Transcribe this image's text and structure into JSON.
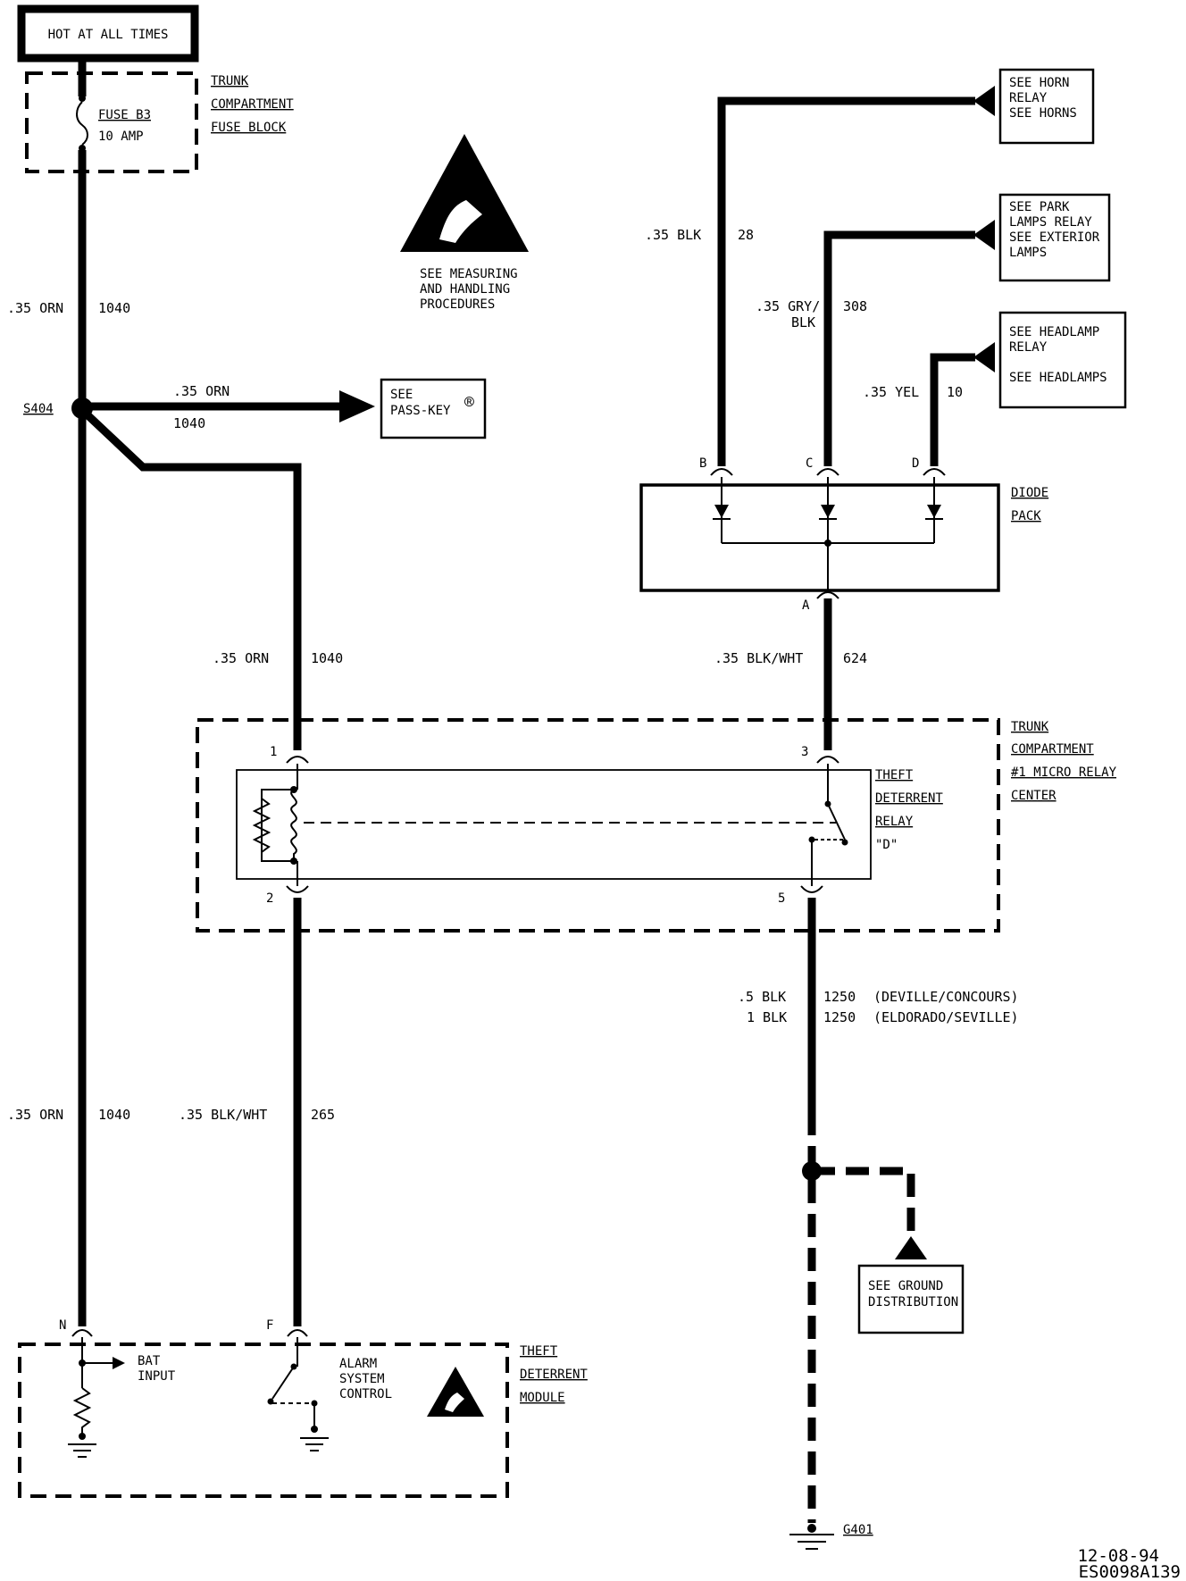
{
  "source": {
    "label": "HOT AT ALL TIMES"
  },
  "fuse_block": {
    "fuse": "FUSE B3",
    "rating": "10 AMP",
    "name_lines": [
      "TRUNK",
      "COMPARTMENT",
      "FUSE BLOCK"
    ]
  },
  "esd_note": {
    "lines": [
      "SEE MEASURING",
      "AND HANDLING",
      "PROCEDURES"
    ]
  },
  "wires": {
    "w1040_top": {
      "gauge": ".35 ORN",
      "circuit": "1040"
    },
    "w1040_passkey": {
      "gauge": ".35 ORN",
      "circuit": "1040"
    },
    "w1040_relay": {
      "gauge": ".35 ORN",
      "circuit": "1040"
    },
    "w1040_bottom": {
      "gauge": ".35 ORN",
      "circuit": "1040"
    },
    "w265": {
      "gauge": ".35 BLK/WHT",
      "circuit": "265"
    },
    "w28": {
      "gauge": ".35 BLK",
      "circuit": "28"
    },
    "w308": {
      "gauge_line1": ".35 GRY/",
      "gauge_line2": "BLK",
      "circuit": "308"
    },
    "w10": {
      "gauge": ".35 YEL",
      "circuit": "10"
    },
    "w624": {
      "gauge": ".35 BLK/WHT",
      "circuit": "624"
    },
    "w1250_a": {
      "gauge": ".5 BLK",
      "circuit": "1250",
      "note": "(DEVILLE/CONCOURS)"
    },
    "w1250_b": {
      "gauge": "1 BLK",
      "circuit": "1250",
      "note": "(ELDORADO/SEVILLE)"
    }
  },
  "splice": {
    "id": "S404"
  },
  "passkey": {
    "line1": "SEE",
    "line2": "PASS-KEY",
    "mark": "®"
  },
  "horn_ref": {
    "lines": [
      "SEE HORN",
      "RELAY",
      "SEE HORNS"
    ]
  },
  "park_ref": {
    "lines": [
      "SEE PARK",
      "LAMPS RELAY",
      "SEE EXTERIOR",
      "LAMPS"
    ]
  },
  "headlamp_ref": {
    "lines": [
      "SEE HEADLAMP",
      "RELAY",
      "SEE HEADLAMPS"
    ]
  },
  "diode_pack": {
    "name_lines": [
      "DIODE",
      "PACK"
    ],
    "pins": {
      "b": "B",
      "c": "C",
      "d": "D",
      "a": "A"
    }
  },
  "relay_center": {
    "name_lines": [
      "TRUNK",
      "COMPARTMENT",
      "#1 MICRO RELAY",
      "CENTER"
    ]
  },
  "relay": {
    "name_lines": [
      "THEFT",
      "DETERRENT",
      "RELAY",
      "\"D\""
    ],
    "pins": {
      "p1": "1",
      "p2": "2",
      "p3": "3",
      "p5": "5"
    }
  },
  "module": {
    "name_lines": [
      "THEFT",
      "DETERRENT",
      "MODULE"
    ],
    "pins": {
      "n": "N",
      "f": "F"
    },
    "bat_lines": [
      "BAT",
      "INPUT"
    ],
    "alarm_lines": [
      "ALARM",
      "SYSTEM",
      "CONTROL"
    ]
  },
  "ground_ref": {
    "lines": [
      "SEE GROUND",
      "DISTRIBUTION"
    ]
  },
  "ground": {
    "id": "G401"
  },
  "footer": {
    "date": "12-08-94",
    "code": "ES0098A139"
  }
}
